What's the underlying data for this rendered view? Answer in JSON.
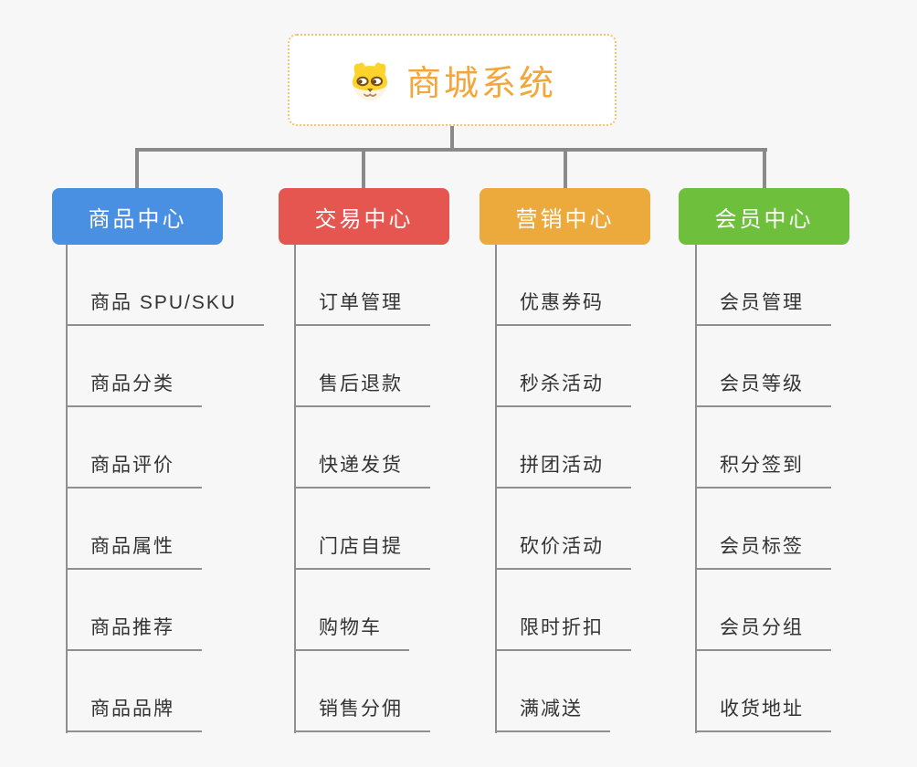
{
  "root": {
    "title": "商城系统",
    "title_color": "#f2a73d",
    "border_color": "#f6c16b",
    "icon": "dog-face-icon"
  },
  "connector_color": "#8a8a8a",
  "leaf_line_color": "#8f8f8f",
  "branches": [
    {
      "label": "商品中心",
      "color": "#4a90e2",
      "items": [
        "商品 SPU/SKU",
        "商品分类",
        "商品评价",
        "商品属性",
        "商品推荐",
        "商品品牌"
      ]
    },
    {
      "label": "交易中心",
      "color": "#e4564f",
      "items": [
        "订单管理",
        "售后退款",
        "快递发货",
        "门店自提",
        "购物车",
        "销售分佣"
      ]
    },
    {
      "label": "营销中心",
      "color": "#ecaa3d",
      "items": [
        "优惠券码",
        "秒杀活动",
        "拼团活动",
        "砍价活动",
        "限时折扣",
        "满减送"
      ]
    },
    {
      "label": "会员中心",
      "color": "#6ec03c",
      "items": [
        "会员管理",
        "会员等级",
        "积分签到",
        "会员标签",
        "会员分组",
        "收货地址"
      ]
    }
  ]
}
